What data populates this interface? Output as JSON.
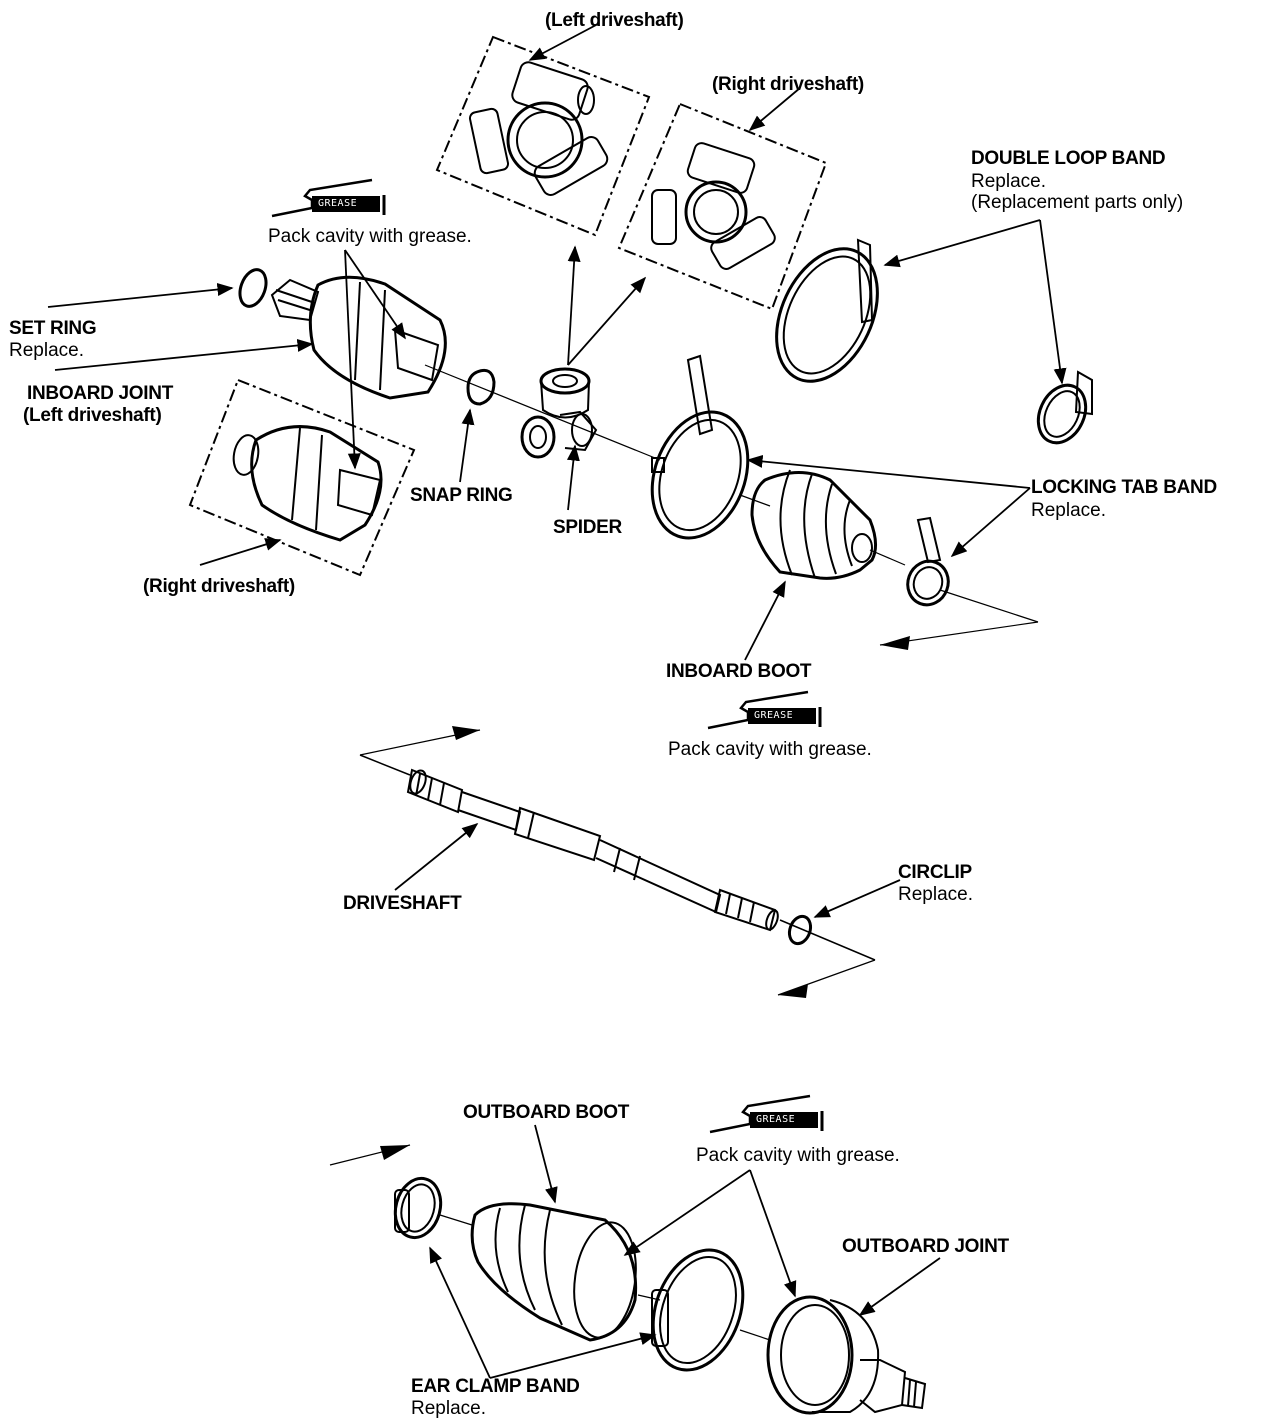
{
  "labels": {
    "left_driveshaft_top": "(Left driveshaft)",
    "right_driveshaft_top": "(Right driveshaft)",
    "double_loop_band": "DOUBLE LOOP BAND",
    "double_loop_band_note1": "Replace.",
    "double_loop_band_note2": "(Replacement parts only)",
    "grease_pack_1": "Pack cavity with grease.",
    "set_ring": "SET RING",
    "set_ring_note": "Replace.",
    "inboard_joint": "INBOARD JOINT",
    "inboard_joint_note": "(Left driveshaft)",
    "right_driveshaft_bottom": "(Right driveshaft)",
    "snap_ring": "SNAP RING",
    "spider": "SPIDER",
    "locking_tab_band": "LOCKING TAB BAND",
    "locking_tab_band_note": "Replace.",
    "inboard_boot": "INBOARD BOOT",
    "grease_pack_2": "Pack cavity with grease.",
    "driveshaft": "DRIVESHAFT",
    "circlip": "CIRCLIP",
    "circlip_note": "Replace.",
    "outboard_boot": "OUTBOARD BOOT",
    "grease_pack_3": "Pack cavity with grease.",
    "outboard_joint": "OUTBOARD JOINT",
    "ear_clamp_band": "EAR CLAMP BAND",
    "ear_clamp_band_note": "Replace."
  },
  "grease_badge": "GREASE",
  "icons": [
    "grease-gun-icon"
  ],
  "colors": {
    "ink": "#000000",
    "paper": "#ffffff"
  }
}
